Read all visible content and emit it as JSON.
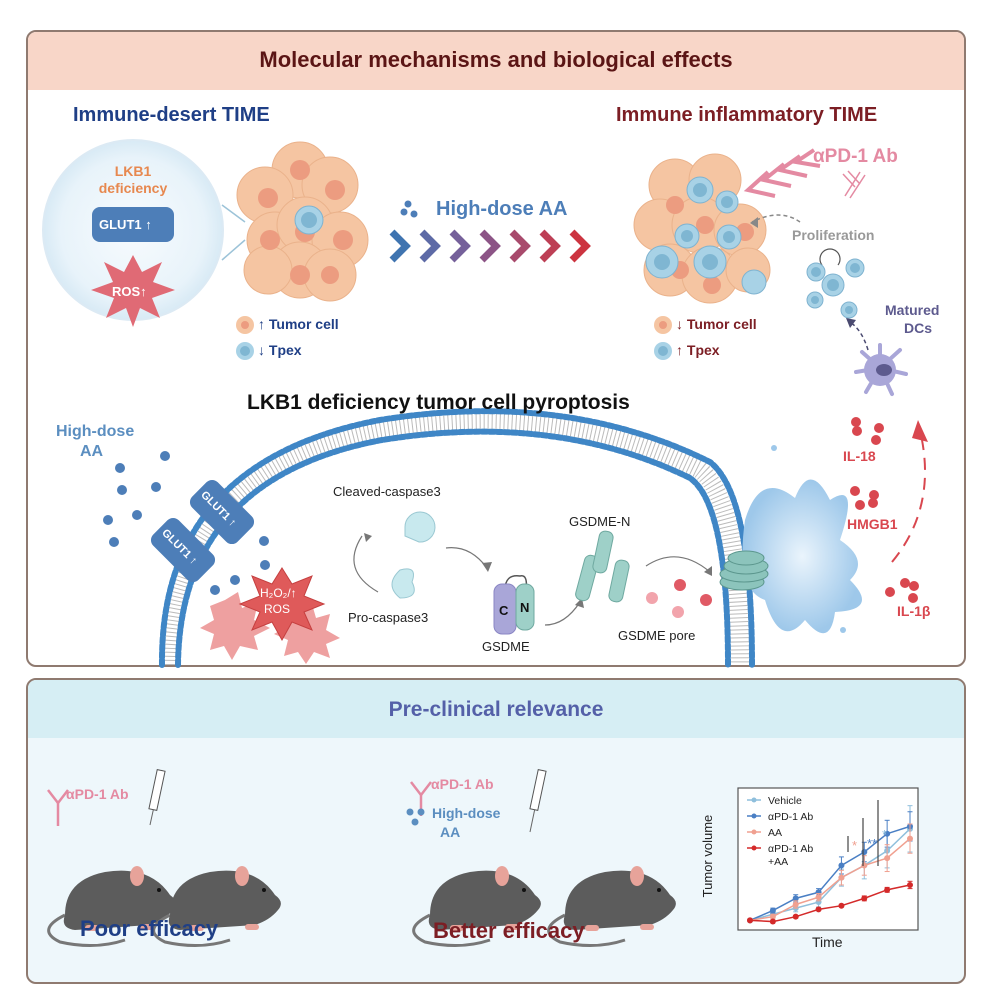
{
  "top_panel": {
    "title": "Molecular mechanisms and biological effects",
    "left_time": {
      "title": "Immune-desert TIME",
      "bubble": {
        "title_line1": "LKB1",
        "title_line2": "deficiency",
        "glut1_label": "GLUT1",
        "glut1_arrow": "↑",
        "ros_label": "ROS",
        "ros_arrow": "↑"
      },
      "legend": [
        {
          "arrow": "↑",
          "label": "Tumor cell"
        },
        {
          "arrow": "↓",
          "label": "Tpex"
        }
      ]
    },
    "transition": {
      "label": "High-dose AA",
      "chevron_colors": [
        "#3f74b0",
        "#5d6aa6",
        "#75609a",
        "#8c5486",
        "#a84a6c",
        "#bd3f55",
        "#cc3440"
      ]
    },
    "right_time": {
      "title": "Immune inflammatory TIME",
      "antibody_label": "αPD-1 Ab",
      "proliferation_label": "Proliferation",
      "dc_label_line1": "Matured",
      "dc_label_line2": "DCs",
      "legend": [
        {
          "arrow": "↓",
          "label": "Tumor cell"
        },
        {
          "arrow": "↑",
          "label": "Tpex"
        }
      ]
    },
    "pyroptosis": {
      "title": "LKB1 deficiency tumor cell pyroptosis",
      "aa_label_line1": "High-dose",
      "aa_label_line2": "AA",
      "glut1_labels": [
        "GLUT1 ↑",
        "GLUT1 ↑"
      ],
      "ros_label_line1": "H₂O₂/↑",
      "ros_label_line2": "ROS",
      "cleaved_caspase": "Cleaved-caspase3",
      "pro_caspase": "Pro-caspase3",
      "gsdme": "GSDME",
      "gsdme_c": "C",
      "gsdme_n": "N",
      "gsdme_n_label": "GSDME-N",
      "gsdme_pore": "GSDME pore",
      "cytokines": [
        "IL-18",
        "HMGB1",
        "IL-1β"
      ]
    }
  },
  "bottom_panel": {
    "title": "Pre-clinical relevance",
    "left_group": {
      "treatment": "αPD-1 Ab",
      "outcome": "Poor efficacy"
    },
    "right_group": {
      "treatment1": "αPD-1 Ab",
      "treatment2_line1": "High-dose",
      "treatment2_line2": "AA",
      "outcome": "Better efficacy"
    }
  },
  "chart_data": {
    "type": "line",
    "title": "",
    "xlabel": "Time",
    "ylabel": "Tumor volume",
    "x": [
      1,
      2,
      3,
      4,
      5,
      6,
      7,
      8
    ],
    "ylim": [
      0,
      10
    ],
    "grid": false,
    "legend_position": "top-left",
    "series": [
      {
        "name": "Vehicle",
        "color": "#8fbfdc",
        "values": [
          0.3,
          0.8,
          1.3,
          1.8,
          3.8,
          4.8,
          6.0,
          7.8
        ],
        "errors": [
          0.1,
          0.2,
          0.3,
          0.4,
          0.7,
          1.1,
          1.4,
          1.9
        ]
      },
      {
        "name": "αPD-1 Ab",
        "color": "#4a7fc4",
        "values": [
          0.3,
          1.1,
          2.1,
          2.6,
          4.8,
          5.9,
          7.4,
          8.0
        ],
        "errors": [
          0.1,
          0.2,
          0.3,
          0.3,
          0.7,
          0.8,
          1.1,
          1.2
        ]
      },
      {
        "name": "AA",
        "color": "#f0a090",
        "values": [
          0.3,
          0.6,
          1.6,
          2.2,
          3.8,
          4.8,
          5.4,
          7.0
        ],
        "errors": [
          0.1,
          0.2,
          0.3,
          0.3,
          0.6,
          0.8,
          1.1,
          1.2
        ]
      },
      {
        "name": "αPD-1 Ab +AA",
        "color": "#d42a2a",
        "values": [
          0.3,
          0.2,
          0.6,
          1.2,
          1.5,
          2.1,
          2.8,
          3.2
        ],
        "errors": [
          0.05,
          0.1,
          0.1,
          0.1,
          0.1,
          0.2,
          0.2,
          0.3
        ]
      }
    ],
    "significance": [
      {
        "label": "*",
        "color": "#f0a090"
      },
      {
        "label": "**",
        "color": "#4a7fc4"
      },
      {
        "label": "*",
        "color": "#8fbfdc"
      }
    ]
  }
}
